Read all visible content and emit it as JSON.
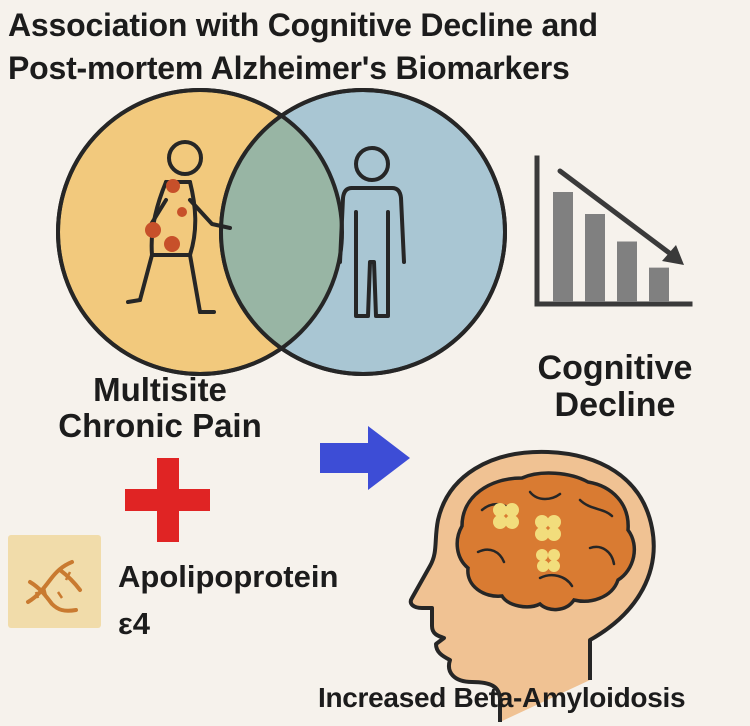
{
  "title_line1": "Association with Cognitive Decline and",
  "title_line2": "Post-mortem Alzheimer's Biomarkers",
  "pain": {
    "line1": "Multisite",
    "line2": "Chronic Pain"
  },
  "cognitive": {
    "line1": "Cognitive",
    "line2": "Decline"
  },
  "apoe": {
    "line1": "Apolipoprotein",
    "line2": "ε4"
  },
  "amyloid": {
    "label": "Increased Beta-Amyloidosis"
  },
  "decline_bars": [
    4,
    3.2,
    2.2,
    1.25
  ],
  "colors": {
    "background": "#f6f2ec",
    "pain_circle": "#f2c97d",
    "person_circle": "#a9c6d3",
    "overlap": "#98b5a4",
    "arrow": "#3d4dd6",
    "plus": "#e02424",
    "brain": "#d97b32",
    "head": "#f0c293",
    "amyloid_spot": "#f2dd7c",
    "dna_box": "#f1dcaa",
    "bar": "#808080"
  },
  "icons": [
    "walking-person-icon",
    "standing-person-icon",
    "declining-bar-chart-icon",
    "arrow-right-icon",
    "plus-icon",
    "dna-icon",
    "head-brain-icon"
  ]
}
